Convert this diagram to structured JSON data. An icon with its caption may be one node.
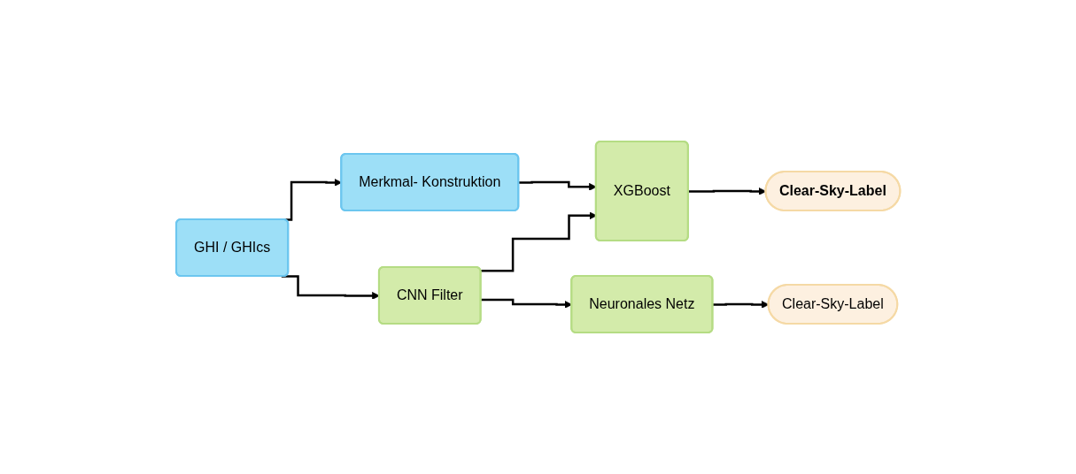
{
  "diagram": {
    "nodes": [
      {
        "text": [
          "GHI / GHIcs"
        ]
      },
      {
        "text": [
          "Merkmal- Konstruktion"
        ]
      },
      {
        "text": [
          "CNN Filter"
        ]
      },
      {
        "text": [
          "XGBoost"
        ]
      },
      {
        "text": [
          "Neuronales Netz"
        ]
      },
      {
        "text": [
          "Clear-Sky-Label"
        ]
      },
      {
        "text": [
          "Clear-Sky-Label"
        ]
      }
    ],
    "edges": [
      {
        "from": 0,
        "to": 1,
        "arrow": "to"
      },
      {
        "from": 0,
        "to": 2,
        "arrow": "to"
      },
      {
        "from": 1,
        "to": 3,
        "arrow": "to"
      },
      {
        "from": 2,
        "to": 3,
        "arrow": "to"
      },
      {
        "from": 2,
        "to": 4,
        "arrow": "to"
      },
      {
        "from": 3,
        "to": 5,
        "arrow": "to"
      },
      {
        "from": 4,
        "to": 6,
        "arrow": "to"
      }
    ]
  }
}
